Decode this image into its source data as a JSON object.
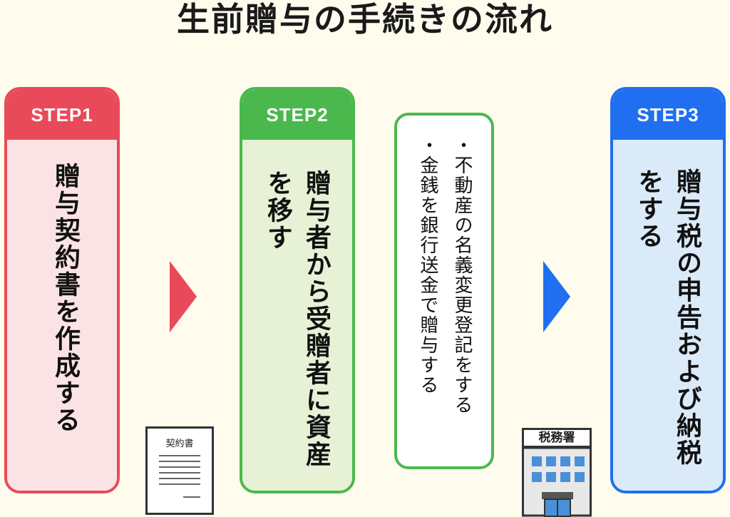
{
  "title": "生前贈与の手続きの流れ",
  "steps": [
    {
      "label": "STEP1",
      "text": "贈与契約書を作成する"
    },
    {
      "label": "STEP2",
      "text": "贈与者から受贈者に資産を移す"
    },
    {
      "label": "STEP3",
      "text": "贈与税の申告および納税をする"
    }
  ],
  "bubble": {
    "items": [
      "不動産の名義変更登記をする",
      "金銭を銀行送金で贈与する"
    ]
  },
  "icons": {
    "contract": "契約書",
    "tax_office": "税務署"
  },
  "colors": {
    "step1": "#e94a59",
    "step2": "#4bb84d",
    "step3": "#1f6ff0"
  }
}
